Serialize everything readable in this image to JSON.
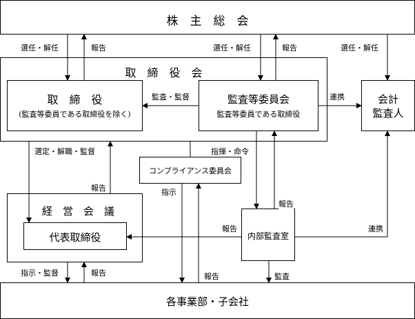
{
  "nodes": {
    "shareholders": "株　主　総　会",
    "board": "取　締　役　会",
    "directors": "取　締　役",
    "directors_sub": "(監査等委員である取締役を除く)",
    "audit_committee": "監査等委員会",
    "audit_committee_sub": "監査等委員である取締役",
    "auditor_line1": "会計",
    "auditor_line2": "監査人",
    "compliance": "コンプライアンス委員会",
    "management": "経　営　会　議",
    "ceo": "代表取締役",
    "internal_audit": "内部監査室",
    "divisions": "各事業部・子会社"
  },
  "edges": {
    "elect1": "選任・解任",
    "report1": "報告",
    "elect2": "選任・解任",
    "report2": "報告",
    "elect3": "選任・解任",
    "audit_supervise": "監査・監督",
    "cooperate1": "連携",
    "appoint": "選定・解職・監督",
    "report3": "報告",
    "direct_order": "指揮・命令",
    "instruct": "指示",
    "report4": "報告",
    "report5": "報告",
    "cooperate2": "連携",
    "instruct_supervise": "指示・監督",
    "report6": "報告",
    "report7": "報告",
    "audit": "監査"
  }
}
